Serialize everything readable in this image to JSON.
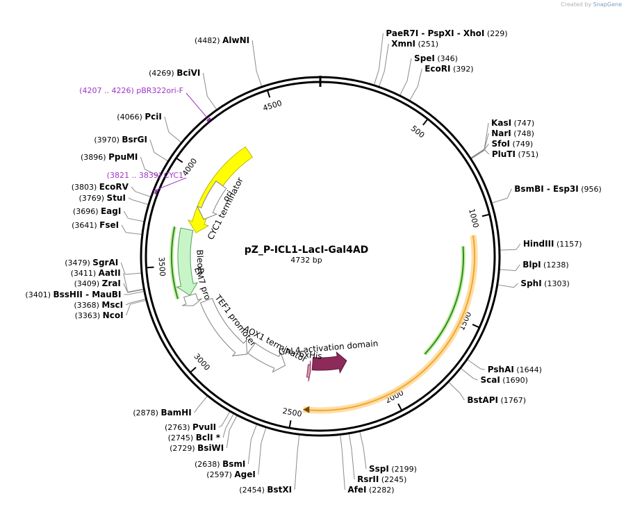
{
  "credit": {
    "prefix": "Created by",
    "brand": "SnapGene"
  },
  "plasmid": {
    "name": "pZ_P-ICL1-LacI-Gal4AD",
    "length_label": "4732 bp",
    "length": 4732
  },
  "ticks": [
    {
      "pos": 500,
      "label": "500"
    },
    {
      "pos": 1000,
      "label": "1000"
    },
    {
      "pos": 1500,
      "label": "1500"
    },
    {
      "pos": 2000,
      "label": "2000"
    },
    {
      "pos": 2500,
      "label": "2500"
    },
    {
      "pos": 3000,
      "label": "3000"
    },
    {
      "pos": 3500,
      "label": "3500"
    },
    {
      "pos": 4000,
      "label": "4000"
    },
    {
      "pos": 4500,
      "label": "4500"
    }
  ],
  "sites": [
    {
      "name": "PaeR7I  - PspXI  - XhoI",
      "pos": 229,
      "pos_label": "(229)",
      "side": "right",
      "row": 0
    },
    {
      "name": "XmnI",
      "pos": 251,
      "pos_label": "(251)",
      "side": "right",
      "row": 1
    },
    {
      "name": "SpeI",
      "pos": 346,
      "pos_label": "(346)",
      "side": "right",
      "row": 2
    },
    {
      "name": "EcoRI",
      "pos": 392,
      "pos_label": "(392)",
      "side": "right",
      "row": 3
    },
    {
      "name": "KasI",
      "pos": 747,
      "pos_label": "(747)",
      "side": "right",
      "row": 4
    },
    {
      "name": "NarI",
      "pos": 748,
      "pos_label": "(748)",
      "side": "right",
      "row": 5
    },
    {
      "name": "SfoI",
      "pos": 749,
      "pos_label": "(749)",
      "side": "right",
      "row": 6
    },
    {
      "name": "PluTI",
      "pos": 751,
      "pos_label": "(751)",
      "side": "right",
      "row": 7
    },
    {
      "name": "BsmBI  - Esp3I",
      "pos": 956,
      "pos_label": "(956)",
      "side": "right",
      "row": 8
    },
    {
      "name": "HindIII",
      "pos": 1157,
      "pos_label": "(1157)",
      "side": "right",
      "row": 9
    },
    {
      "name": "BlpI",
      "pos": 1238,
      "pos_label": "(1238)",
      "side": "right",
      "row": 10
    },
    {
      "name": "SphI",
      "pos": 1303,
      "pos_label": "(1303)",
      "side": "right",
      "row": 11
    },
    {
      "name": "PshAI",
      "pos": 1644,
      "pos_label": "(1644)",
      "side": "right",
      "row": 12
    },
    {
      "name": "ScaI",
      "pos": 1690,
      "pos_label": "(1690)",
      "side": "right",
      "row": 13
    },
    {
      "name": "BstAPI",
      "pos": 1767,
      "pos_label": "(1767)",
      "side": "right",
      "row": 14
    },
    {
      "name": "SspI",
      "pos": 2199,
      "pos_label": "(2199)",
      "side": "right",
      "row": 15
    },
    {
      "name": "RsrII",
      "pos": 2245,
      "pos_label": "(2245)",
      "side": "right",
      "row": 16
    },
    {
      "name": "AfeI",
      "pos": 2282,
      "pos_label": "(2282)",
      "side": "right",
      "row": 17
    },
    {
      "name": "BstXI",
      "pos": 2454,
      "pos_label": "(2454)",
      "side": "left",
      "row": 0
    },
    {
      "name": "AgeI",
      "pos": 2597,
      "pos_label": "(2597)",
      "side": "left",
      "row": 1
    },
    {
      "name": "BsmI",
      "pos": 2638,
      "pos_label": "(2638)",
      "side": "left",
      "row": 2
    },
    {
      "name": "BsiWI",
      "pos": 2729,
      "pos_label": "(2729)",
      "side": "left",
      "row": 3
    },
    {
      "name": "BclI *",
      "pos": 2745,
      "pos_label": "(2745)",
      "side": "left",
      "row": 4
    },
    {
      "name": "PvuII",
      "pos": 2763,
      "pos_label": "(2763)",
      "side": "left",
      "row": 5
    },
    {
      "name": "BamHI",
      "pos": 2878,
      "pos_label": "(2878)",
      "side": "left",
      "row": 6
    },
    {
      "name": "NcoI",
      "pos": 3363,
      "pos_label": "(3363)",
      "side": "left",
      "row": 7
    },
    {
      "name": "MscI",
      "pos": 3368,
      "pos_label": "(3368)",
      "side": "left",
      "row": 8
    },
    {
      "name": "BssHII  - MauBI",
      "pos": 3401,
      "pos_label": "(3401)",
      "side": "left",
      "row": 9
    },
    {
      "name": "ZraI",
      "pos": 3409,
      "pos_label": "(3409)",
      "side": "left",
      "row": 10
    },
    {
      "name": "AatII",
      "pos": 3411,
      "pos_label": "(3411)",
      "side": "left",
      "row": 11
    },
    {
      "name": "SgrAI",
      "pos": 3479,
      "pos_label": "(3479)",
      "side": "left",
      "row": 12
    },
    {
      "name": "FseI",
      "pos": 3641,
      "pos_label": "(3641)",
      "side": "left",
      "row": 13
    },
    {
      "name": "EagI",
      "pos": 3696,
      "pos_label": "(3696)",
      "side": "left",
      "row": 14
    },
    {
      "name": "StuI",
      "pos": 3769,
      "pos_label": "(3769)",
      "side": "left",
      "row": 15
    },
    {
      "name": "EcoRV",
      "pos": 3803,
      "pos_label": "(3803)",
      "side": "left",
      "row": 16
    },
    {
      "name": "PpuMI",
      "pos": 3896,
      "pos_label": "(3896)",
      "side": "left",
      "row": 17
    },
    {
      "name": "BsrGI",
      "pos": 3970,
      "pos_label": "(3970)",
      "side": "left",
      "row": 18
    },
    {
      "name": "PciI",
      "pos": 4066,
      "pos_label": "(4066)",
      "side": "left",
      "row": 19
    },
    {
      "name": "BciVI",
      "pos": 4269,
      "pos_label": "(4269)",
      "side": "left",
      "row": 20
    },
    {
      "name": "AlwNI",
      "pos": 4482,
      "pos_label": "(4482)",
      "side": "left",
      "row": 21
    }
  ],
  "primers": [
    {
      "label": "(4207 .. 4226)  pBR322ori-F",
      "start": 4207,
      "end": 4226
    },
    {
      "label": "(3821 .. 3839)  CYC1",
      "start": 3821,
      "end": 3839
    }
  ],
  "features": [
    {
      "label": "ori",
      "start": 3690,
      "end": 4280,
      "color": "#ffff00",
      "stroke": "#b8b800",
      "dir": "rev"
    },
    {
      "label": "CYC1 terminator",
      "start": 3780,
      "end": 4020,
      "color": "#ffffff",
      "stroke": "#808080",
      "dir": "rev"
    },
    {
      "label": "BleoR",
      "start": 3330,
      "end": 3700,
      "color": "#c8f5c8",
      "stroke": "#55a055",
      "dir": "rev"
    },
    {
      "label": "EM7 promoter",
      "start": 3270,
      "end": 3330,
      "color": "#ffffff",
      "stroke": "#808080",
      "dir": "rev"
    },
    {
      "label": "TEF1 promoter",
      "start": 2850,
      "end": 3270,
      "color": "#ffffff",
      "stroke": "#808080",
      "dir": "rev"
    },
    {
      "label": "AOX1 terminator",
      "start": 2600,
      "end": 2850,
      "color": "#ffffff",
      "stroke": "#808080",
      "dir": "rev"
    },
    {
      "label": "GAL4 activation domain",
      "start": 2180,
      "end": 2420,
      "color": "#8c2a5a",
      "stroke": "#5a1838",
      "dir": "rev"
    },
    {
      "label": "6xHis",
      "start": 2430,
      "end": 2450,
      "color": "#d99aad",
      "stroke": "#8c2a5a",
      "dir": "rev"
    }
  ],
  "lacI_orf": {
    "start": 1080,
    "end": 2450,
    "color": "#f6a623"
  },
  "green_orf": {
    "start": 1130,
    "end": 1750
  },
  "bleo_orf": {
    "start": 3330,
    "end": 3700
  }
}
